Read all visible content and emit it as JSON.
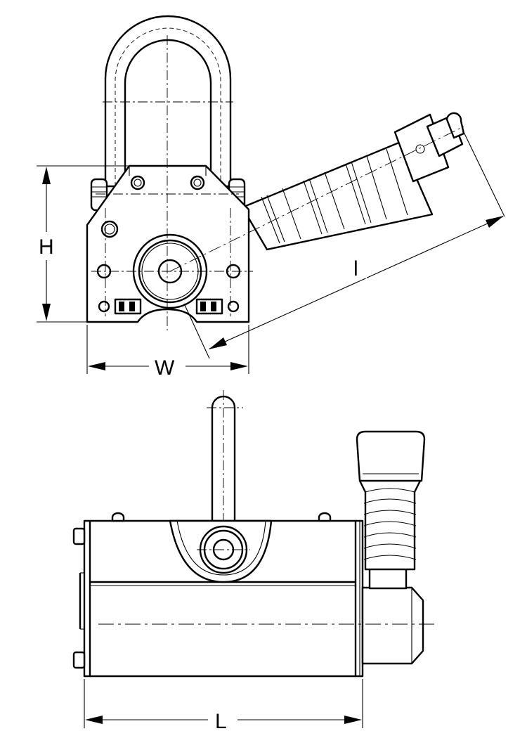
{
  "dimensions": {
    "height_label": "H",
    "width_label": "W",
    "handle_length_label": "l",
    "length_label": "L"
  },
  "colors": {
    "line": "#000000",
    "background": "#ffffff"
  }
}
